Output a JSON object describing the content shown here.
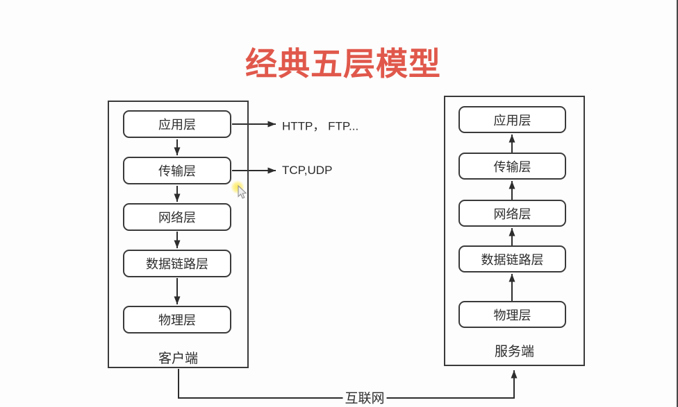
{
  "title": "经典五层模型",
  "client_stack": {
    "caption": "客户端",
    "layers": [
      "应用层",
      "传输层",
      "网络层",
      "数据链路层",
      "物理层"
    ]
  },
  "server_stack": {
    "caption": "服务端",
    "layers": [
      "应用层",
      "传输层",
      "网络层",
      "数据链路层",
      "物理层"
    ]
  },
  "annotations": {
    "application_protocols": "HTTP， FTP...",
    "transport_protocols": "TCP,UDP",
    "network_link": "互联网"
  },
  "colors": {
    "title": "#e0584b",
    "stroke": "#3a3a3a",
    "text": "#2d2d2d",
    "cursor_highlight": "#ffe94d"
  }
}
